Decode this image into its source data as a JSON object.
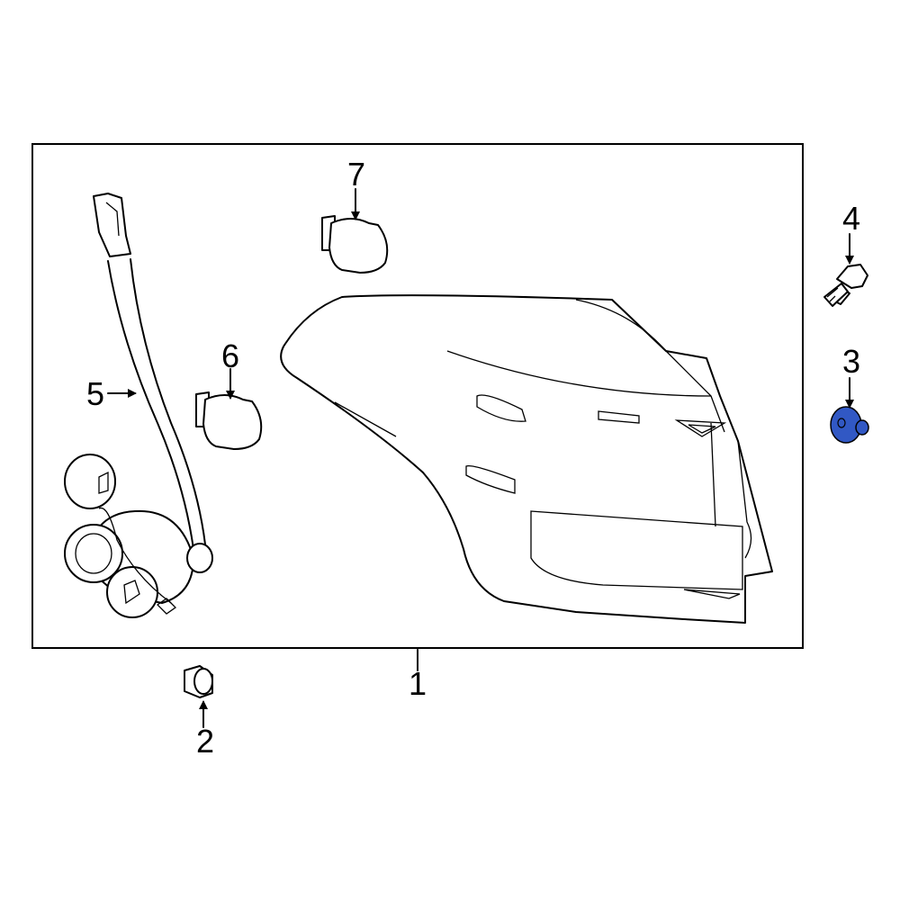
{
  "diagram": {
    "callouts": [
      {
        "id": "1",
        "label": "1"
      },
      {
        "id": "2",
        "label": "2"
      },
      {
        "id": "3",
        "label": "3"
      },
      {
        "id": "4",
        "label": "4"
      },
      {
        "id": "5",
        "label": "5"
      },
      {
        "id": "6",
        "label": "6"
      },
      {
        "id": "7",
        "label": "7"
      }
    ],
    "colors": {
      "highlight_part": "#3158c4",
      "line": "#000000",
      "background": "#ffffff"
    },
    "highlighted_callout": "3"
  }
}
